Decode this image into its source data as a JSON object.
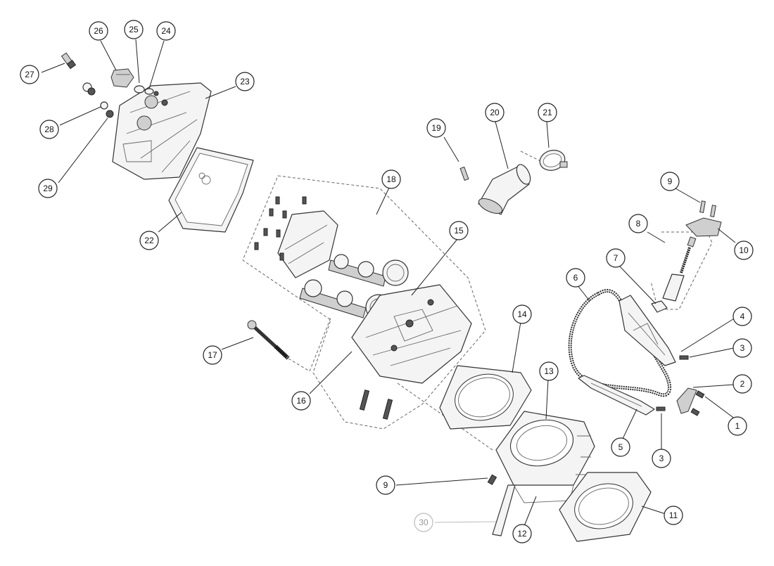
{
  "callouts": {
    "c1": "1",
    "c2": "2",
    "c3a": "3",
    "c3b": "3",
    "c4": "4",
    "c5": "5",
    "c6": "6",
    "c7": "7",
    "c8": "8",
    "c9a": "9",
    "c9b": "9",
    "c10": "10",
    "c11": "11",
    "c12": "12",
    "c13": "13",
    "c14": "14",
    "c15": "15",
    "c16": "16",
    "c17": "17",
    "c18": "18",
    "c19": "19",
    "c20": "20",
    "c21": "21",
    "c22": "22",
    "c23": "23",
    "c24": "24",
    "c25": "25",
    "c26": "26",
    "c27": "27",
    "c28": "28",
    "c29": "29",
    "c30": "30"
  },
  "colors": {
    "line": "#222222",
    "part_fill": "#f4f4f4",
    "faded": "#bbbbbb"
  }
}
